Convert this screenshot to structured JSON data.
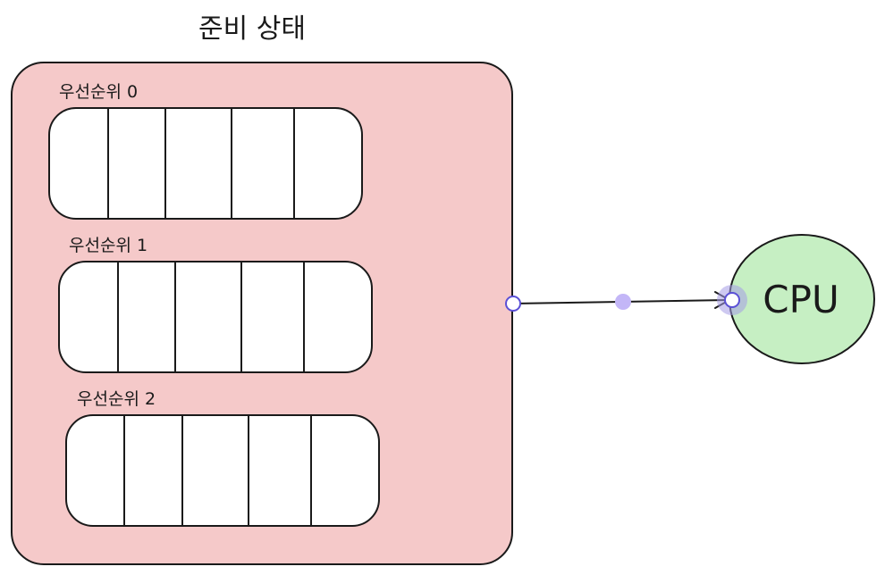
{
  "title": "준비 상태",
  "queues": [
    {
      "label": "우선순위 0"
    },
    {
      "label": "우선순위 1"
    },
    {
      "label": "우선순위 2"
    }
  ],
  "cpu": {
    "label": "CPU"
  },
  "colors": {
    "ready_fill": "#f5c9c9",
    "cpu_fill": "#c6efc3",
    "queue_fill": "#ffffff",
    "stroke": "#1a1a1a",
    "handle_fill": "#c3b6f7",
    "handle_stroke": "#5b50d6"
  }
}
